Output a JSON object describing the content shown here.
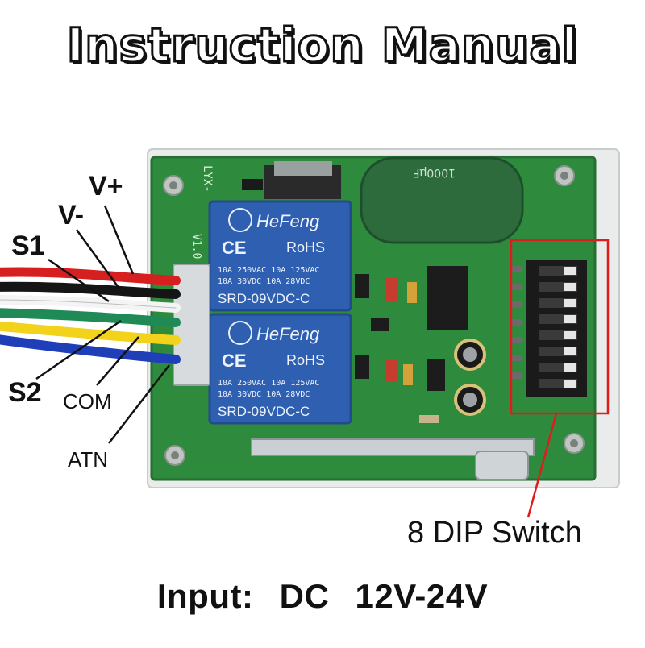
{
  "title": "Instruction Manual",
  "wire_labels": {
    "v_plus": "V+",
    "v_minus": "V-",
    "s1": "S1",
    "s2": "S2",
    "com": "COM",
    "atn": "ATN"
  },
  "board": {
    "silk_model": "LYX-",
    "silk_version": "V1.0",
    "capacitor_text": "1000μF",
    "relays": [
      {
        "brand": "HeFeng",
        "mark_ce": "CE",
        "mark_rohs": "RoHS",
        "rating_1": "10A 250VAC  10A 125VAC",
        "rating_2": "10A 30VDC  10A 28VDC",
        "model": "SRD-09VDC-C"
      },
      {
        "brand": "HeFeng",
        "mark_ce": "CE",
        "mark_rohs": "RoHS",
        "rating_1": "10A 250VAC  10A 125VAC",
        "rating_2": "10A 30VDC  10A 28VDC",
        "model": "SRD-09VDC-C"
      }
    ],
    "dip_positions": 8
  },
  "dip_callout": "8 DIP Switch",
  "input": {
    "label": "Input:",
    "type": "DC",
    "range": "12V-24V"
  },
  "colors": {
    "pcb": "#2e8b3e",
    "enclosure": "#e9ecea",
    "relay": "#2f5fb0",
    "callout": "#e01b1b",
    "wire_red": "#d62020",
    "wire_black": "#151515",
    "wire_green": "#1f8a55",
    "wire_white": "#f4f4f4",
    "wire_yellow": "#f2d21a",
    "wire_blue": "#1e3fb8"
  }
}
